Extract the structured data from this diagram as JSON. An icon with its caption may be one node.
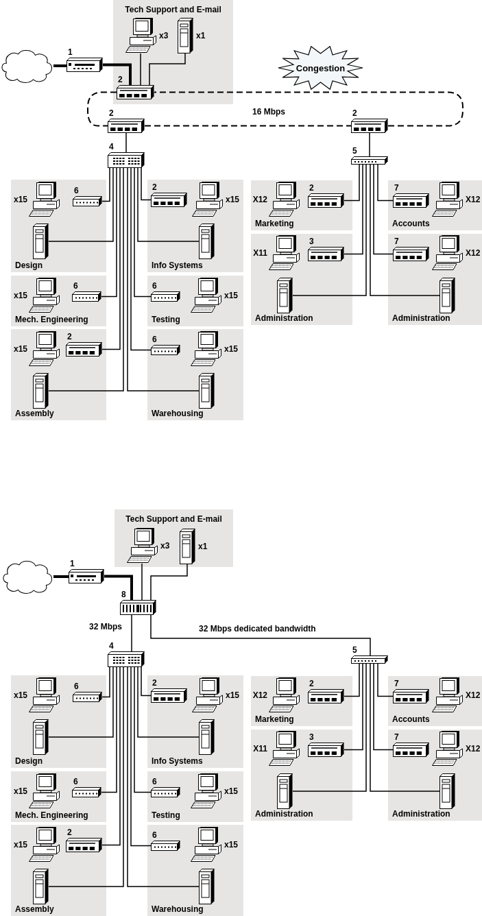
{
  "diagram": {
    "nodes": [
      {
        "text": [],
        "shape": "cloud"
      },
      {
        "text": [],
        "shape": "modem",
        "beside": [
          "1"
        ]
      },
      {
        "text": [
          "Tech Support and E-mail"
        ]
      },
      {
        "text": [],
        "shape": "computer",
        "beside": [
          "x3"
        ],
        "in": 2
      },
      {
        "text": [],
        "shape": "server",
        "beside": [
          "x1"
        ],
        "in": 2
      },
      {
        "text": [],
        "shape": "router",
        "beside": [
          "2"
        ],
        "in": 2
      },
      {
        "text": [
          "Congestion"
        ]
      },
      {
        "text": [],
        "shape": "router",
        "beside": [
          "2"
        ]
      },
      {
        "text": [],
        "shape": "router",
        "beside": [
          "2"
        ]
      },
      {
        "text": [],
        "shape": "switch",
        "beside": [
          "4"
        ]
      },
      {
        "text": [],
        "shape": "hub",
        "beside": [
          "5"
        ]
      },
      {
        "text": [
          "Design"
        ]
      },
      {
        "text": [],
        "shape": "computer",
        "beside": [
          "x15"
        ],
        "in": 11
      },
      {
        "text": [],
        "shape": "hub",
        "beside": [
          "6"
        ],
        "in": 11
      },
      {
        "text": [],
        "shape": "server",
        "in": 11
      },
      {
        "text": [
          "Info Systems"
        ]
      },
      {
        "text": [],
        "shape": "router",
        "beside": [
          "2"
        ],
        "in": 15
      },
      {
        "text": [],
        "shape": "computer",
        "beside": [
          "x15"
        ],
        "in": 15
      },
      {
        "text": [],
        "shape": "server",
        "in": 15
      },
      {
        "text": [
          "Mech. Engineering"
        ]
      },
      {
        "text": [],
        "shape": "computer",
        "beside": [
          "x15"
        ],
        "in": 19
      },
      {
        "text": [],
        "shape": "hub",
        "beside": [
          "6"
        ],
        "in": 19
      },
      {
        "text": [
          "Testing"
        ]
      },
      {
        "text": [],
        "shape": "hub",
        "beside": [
          "6"
        ],
        "in": 22
      },
      {
        "text": [],
        "shape": "computer",
        "beside": [
          "x15"
        ],
        "in": 22
      },
      {
        "text": [
          "Assembly"
        ]
      },
      {
        "text": [],
        "shape": "computer",
        "beside": [
          "x15"
        ],
        "in": 25
      },
      {
        "text": [],
        "shape": "router",
        "beside": [
          "2"
        ],
        "in": 25
      },
      {
        "text": [],
        "shape": "server",
        "in": 25
      },
      {
        "text": [
          "Warehousing"
        ]
      },
      {
        "text": [],
        "shape": "hub",
        "beside": [
          "6"
        ],
        "in": 29
      },
      {
        "text": [],
        "shape": "computer",
        "beside": [
          "x15"
        ],
        "in": 29
      },
      {
        "text": [],
        "shape": "server",
        "in": 29
      },
      {
        "text": [
          "Marketing"
        ]
      },
      {
        "text": [],
        "shape": "computer",
        "beside": [
          "X12"
        ],
        "in": 33
      },
      {
        "text": [],
        "shape": "router",
        "beside": [
          "2"
        ],
        "in": 33
      },
      {
        "text": [
          "Accounts"
        ]
      },
      {
        "text": [],
        "shape": "router",
        "beside": [
          "7"
        ],
        "in": 36
      },
      {
        "text": [],
        "shape": "computer",
        "beside": [
          "X12"
        ],
        "in": 36
      },
      {
        "text": [
          "Administration"
        ]
      },
      {
        "text": [],
        "shape": "computer",
        "beside": [
          "X11"
        ],
        "in": 39
      },
      {
        "text": [],
        "shape": "router",
        "beside": [
          "3"
        ],
        "in": 39
      },
      {
        "text": [],
        "shape": "server",
        "in": 39
      },
      {
        "text": [
          "Administration"
        ]
      },
      {
        "text": [],
        "shape": "router",
        "beside": [
          "7"
        ],
        "in": 43
      },
      {
        "text": [],
        "shape": "computer",
        "beside": [
          "X12"
        ],
        "in": 43
      },
      {
        "text": [],
        "shape": "server",
        "in": 43
      },
      {
        "text": [],
        "shape": "cloud"
      },
      {
        "text": [],
        "shape": "modem",
        "beside": [
          "1"
        ]
      },
      {
        "text": [
          "Tech Support and E-mail"
        ]
      },
      {
        "text": [],
        "shape": "computer",
        "beside": [
          "x3"
        ],
        "in": 49
      },
      {
        "text": [],
        "shape": "server",
        "beside": [
          "x1"
        ],
        "in": 49
      },
      {
        "text": [],
        "shape": "switch",
        "beside": [
          "8"
        ]
      },
      {
        "text": [],
        "shape": "switch",
        "beside": [
          "4"
        ]
      },
      {
        "text": [],
        "shape": "hub",
        "beside": [
          "5"
        ]
      },
      {
        "text": [
          "Design"
        ]
      },
      {
        "text": [],
        "shape": "computer",
        "beside": [
          "x15"
        ],
        "in": 55
      },
      {
        "text": [],
        "shape": "hub",
        "beside": [
          "6"
        ],
        "in": 55
      },
      {
        "text": [],
        "shape": "server",
        "in": 55
      },
      {
        "text": [
          "Info Systems"
        ]
      },
      {
        "text": [],
        "shape": "router",
        "beside": [
          "2"
        ],
        "in": 59
      },
      {
        "text": [],
        "shape": "computer",
        "beside": [
          "x15"
        ],
        "in": 59
      },
      {
        "text": [],
        "shape": "server",
        "in": 59
      },
      {
        "text": [
          "Mech. Engineering"
        ]
      },
      {
        "text": [],
        "shape": "computer",
        "beside": [
          "x15"
        ],
        "in": 63
      },
      {
        "text": [],
        "shape": "hub",
        "beside": [
          "6"
        ],
        "in": 63
      },
      {
        "text": [
          "Testing"
        ]
      },
      {
        "text": [],
        "shape": "hub",
        "beside": [
          "6"
        ],
        "in": 66
      },
      {
        "text": [],
        "shape": "computer",
        "beside": [
          "x15"
        ],
        "in": 66
      },
      {
        "text": [
          "Assembly"
        ]
      },
      {
        "text": [],
        "shape": "computer",
        "beside": [
          "x15"
        ],
        "in": 69
      },
      {
        "text": [],
        "shape": "router",
        "beside": [
          "2"
        ],
        "in": 69
      },
      {
        "text": [],
        "shape": "server",
        "in": 69
      },
      {
        "text": [
          "Warehousing"
        ]
      },
      {
        "text": [],
        "shape": "hub",
        "beside": [
          "6"
        ],
        "in": 73
      },
      {
        "text": [],
        "shape": "computer",
        "beside": [
          "x15"
        ],
        "in": 73
      },
      {
        "text": [],
        "shape": "server",
        "in": 73
      },
      {
        "text": [
          "Marketing"
        ]
      },
      {
        "text": [],
        "shape": "computer",
        "beside": [
          "X12"
        ],
        "in": 77
      },
      {
        "text": [],
        "shape": "router",
        "beside": [
          "2"
        ],
        "in": 77
      },
      {
        "text": [
          "Accounts"
        ]
      },
      {
        "text": [],
        "shape": "router",
        "beside": [
          "7"
        ],
        "in": 80
      },
      {
        "text": [],
        "shape": "computer",
        "beside": [
          "X12"
        ],
        "in": 80
      },
      {
        "text": [
          "Administration"
        ]
      },
      {
        "text": [],
        "shape": "computer",
        "beside": [
          "X11"
        ],
        "in": 83
      },
      {
        "text": [],
        "shape": "router",
        "beside": [
          "3"
        ],
        "in": 83
      },
      {
        "text": [],
        "shape": "server",
        "in": 83
      },
      {
        "text": [
          "Administration"
        ]
      },
      {
        "text": [],
        "shape": "router",
        "beside": [
          "7"
        ],
        "in": 87
      },
      {
        "text": [],
        "shape": "computer",
        "beside": [
          "X12"
        ],
        "in": 87
      },
      {
        "text": [],
        "shape": "server",
        "in": 87
      }
    ],
    "edges": [
      {
        "from": 0,
        "to": 1,
        "arrow": "none",
        "style": "thick"
      },
      {
        "from": 1,
        "to": 5,
        "arrow": "none",
        "style": "thick"
      },
      {
        "from": 3,
        "to": 5,
        "arrow": "none"
      },
      {
        "from": 4,
        "to": 5,
        "arrow": "none"
      },
      {
        "from": 5,
        "to": 7,
        "arrow": "none",
        "style": "dashed"
      },
      {
        "from": 7,
        "to": 8,
        "arrow": "none",
        "style": "dashed"
      },
      {
        "from": 8,
        "to": 5,
        "arrow": "none",
        "style": "dashed"
      },
      {
        "from": 7,
        "to": 9,
        "arrow": "none"
      },
      {
        "from": 8,
        "to": 10,
        "arrow": "none"
      },
      {
        "from": 9,
        "to": 13,
        "arrow": "none"
      },
      {
        "from": 9,
        "to": 14,
        "arrow": "none"
      },
      {
        "from": 9,
        "to": 21,
        "arrow": "none"
      },
      {
        "from": 9,
        "to": 27,
        "arrow": "none"
      },
      {
        "from": 9,
        "to": 28,
        "arrow": "none"
      },
      {
        "from": 9,
        "to": 32,
        "arrow": "none"
      },
      {
        "from": 9,
        "to": 30,
        "arrow": "none"
      },
      {
        "from": 9,
        "to": 23,
        "arrow": "none"
      },
      {
        "from": 9,
        "to": 18,
        "arrow": "none"
      },
      {
        "from": 9,
        "to": 16,
        "arrow": "none"
      },
      {
        "from": 10,
        "to": 35,
        "arrow": "none"
      },
      {
        "from": 10,
        "to": 41,
        "arrow": "none"
      },
      {
        "from": 10,
        "to": 42,
        "arrow": "none"
      },
      {
        "from": 10,
        "to": 46,
        "arrow": "none"
      },
      {
        "from": 10,
        "to": 44,
        "arrow": "none"
      },
      {
        "from": 10,
        "to": 37,
        "arrow": "none"
      },
      {
        "from": 47,
        "to": 48,
        "arrow": "none",
        "style": "thick"
      },
      {
        "from": 48,
        "to": 52,
        "arrow": "none",
        "style": "thick"
      },
      {
        "from": 50,
        "to": 52,
        "arrow": "none"
      },
      {
        "from": 51,
        "to": 52,
        "arrow": "none"
      },
      {
        "from": 52,
        "to": 53,
        "arrow": "none",
        "label": "32 Mbps"
      },
      {
        "from": 52,
        "to": 54,
        "arrow": "none",
        "label": "32 Mbps dedicated bandwidth"
      },
      {
        "from": 53,
        "to": 57,
        "arrow": "none"
      },
      {
        "from": 53,
        "to": 58,
        "arrow": "none"
      },
      {
        "from": 53,
        "to": 65,
        "arrow": "none"
      },
      {
        "from": 53,
        "to": 71,
        "arrow": "none"
      },
      {
        "from": 53,
        "to": 72,
        "arrow": "none"
      },
      {
        "from": 53,
        "to": 76,
        "arrow": "none"
      },
      {
        "from": 53,
        "to": 74,
        "arrow": "none"
      },
      {
        "from": 53,
        "to": 67,
        "arrow": "none"
      },
      {
        "from": 53,
        "to": 62,
        "arrow": "none"
      },
      {
        "from": 53,
        "to": 60,
        "arrow": "none"
      },
      {
        "from": 54,
        "to": 79,
        "arrow": "none"
      },
      {
        "from": 54,
        "to": 85,
        "arrow": "none"
      },
      {
        "from": 54,
        "to": 86,
        "arrow": "none"
      },
      {
        "from": 54,
        "to": 90,
        "arrow": "none"
      },
      {
        "from": 54,
        "to": 88,
        "arrow": "none"
      },
      {
        "from": 54,
        "to": 81,
        "arrow": "none"
      }
    ],
    "labels": [
      "16 Mbps"
    ]
  }
}
